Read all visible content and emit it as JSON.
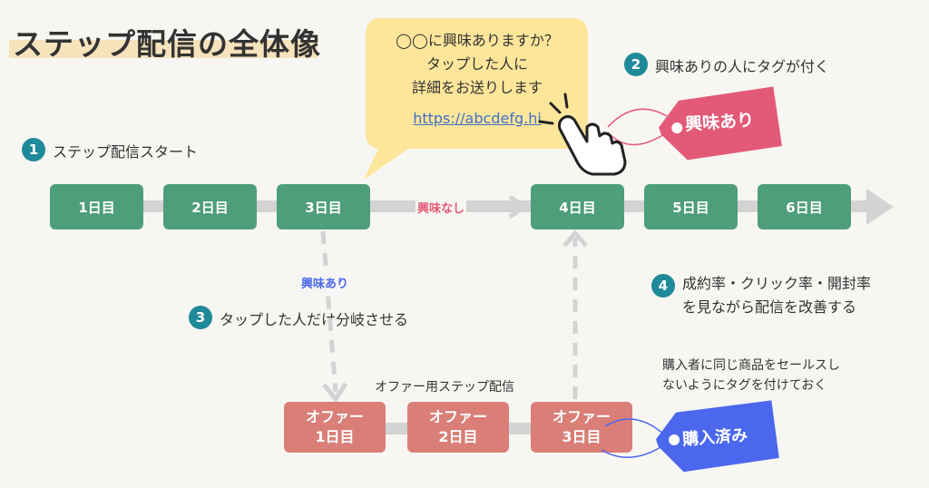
{
  "title": "ステップ配信の全体像",
  "bubble": {
    "line1": "◯◯に興味ありますか？",
    "line2": "タップした人に",
    "line3": "詳細をお送りします",
    "link": "https://abcdefg.hi"
  },
  "steps": [
    {
      "num": "1",
      "text": "ステップ配信スタート"
    },
    {
      "num": "2",
      "text": "興味ありの人にタグが付く"
    },
    {
      "num": "3",
      "text": "タップした人だけ分岐させる"
    },
    {
      "num": "4",
      "line1": "成約率・クリック率・開封率",
      "line2": "を見ながら配信を改善する"
    }
  ],
  "days": [
    "1日目",
    "2日目",
    "3日目",
    "4日目",
    "5日目",
    "6日目"
  ],
  "branch_labels": {
    "no_interest": "興味なし",
    "interest": "興味あり"
  },
  "offer": {
    "title": "オファー用ステップ配信",
    "items": [
      {
        "line1": "オファー",
        "line2": "1日目"
      },
      {
        "line1": "オファー",
        "line2": "2日目"
      },
      {
        "line1": "オファー",
        "line2": "3日目"
      }
    ]
  },
  "note": {
    "line1": "購入者に同じ商品をセールスし",
    "line2": "ないようにタグを付けておく"
  },
  "tags": {
    "interest": "興味あり",
    "purchased": "購入済み"
  },
  "colors": {
    "green": "#4f9e7b",
    "offer": "#d97f78",
    "tag_pink": "#e35a78",
    "tag_blue": "#4a67ee",
    "bubble": "#fde69a",
    "number": "#1f8a9a"
  }
}
